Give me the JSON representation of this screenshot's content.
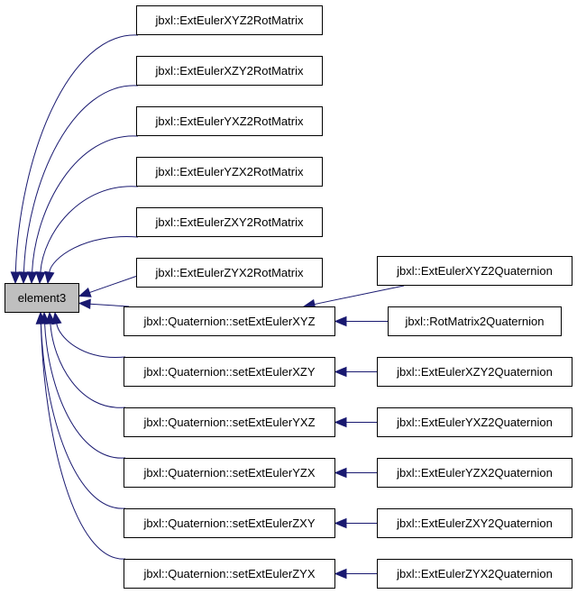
{
  "diagram": {
    "type": "doxygen-caller-graph",
    "edge_color": "#191970",
    "root": {
      "id": "element3",
      "label": "element3",
      "fill": "#bfbfbf"
    },
    "nodes": [
      {
        "id": "n1",
        "label": "jbxl::ExtEulerXYZ2RotMatrix",
        "col": 1
      },
      {
        "id": "n2",
        "label": "jbxl::ExtEulerXZY2RotMatrix",
        "col": 1
      },
      {
        "id": "n3",
        "label": "jbxl::ExtEulerYXZ2RotMatrix",
        "col": 1
      },
      {
        "id": "n4",
        "label": "jbxl::ExtEulerYZX2RotMatrix",
        "col": 1
      },
      {
        "id": "n5",
        "label": "jbxl::ExtEulerZXY2RotMatrix",
        "col": 1
      },
      {
        "id": "n6",
        "label": "jbxl::ExtEulerZYX2RotMatrix",
        "col": 1
      },
      {
        "id": "q1",
        "label": "jbxl::Quaternion::setExtEulerXYZ",
        "col": 1
      },
      {
        "id": "q2",
        "label": "jbxl::Quaternion::setExtEulerXZY",
        "col": 1
      },
      {
        "id": "q3",
        "label": "jbxl::Quaternion::setExtEulerYXZ",
        "col": 1
      },
      {
        "id": "q4",
        "label": "jbxl::Quaternion::setExtEulerYZX",
        "col": 1
      },
      {
        "id": "q5",
        "label": "jbxl::Quaternion::setExtEulerZXY",
        "col": 1
      },
      {
        "id": "q6",
        "label": "jbxl::Quaternion::setExtEulerZYX",
        "col": 1
      },
      {
        "id": "r0",
        "label": "jbxl::ExtEulerXYZ2Quaternion",
        "col": 2
      },
      {
        "id": "r1",
        "label": "jbxl::RotMatrix2Quaternion",
        "col": 2
      },
      {
        "id": "r2",
        "label": "jbxl::ExtEulerXZY2Quaternion",
        "col": 2
      },
      {
        "id": "r3",
        "label": "jbxl::ExtEulerYXZ2Quaternion",
        "col": 2
      },
      {
        "id": "r4",
        "label": "jbxl::ExtEulerYZX2Quaternion",
        "col": 2
      },
      {
        "id": "r5",
        "label": "jbxl::ExtEulerZXY2Quaternion",
        "col": 2
      },
      {
        "id": "r6",
        "label": "jbxl::ExtEulerZYX2Quaternion",
        "col": 2
      }
    ],
    "edges": [
      {
        "from": "n1",
        "to": "element3"
      },
      {
        "from": "n2",
        "to": "element3"
      },
      {
        "from": "n3",
        "to": "element3"
      },
      {
        "from": "n4",
        "to": "element3"
      },
      {
        "from": "n5",
        "to": "element3"
      },
      {
        "from": "n6",
        "to": "element3"
      },
      {
        "from": "q1",
        "to": "element3"
      },
      {
        "from": "q2",
        "to": "element3"
      },
      {
        "from": "q3",
        "to": "element3"
      },
      {
        "from": "q4",
        "to": "element3"
      },
      {
        "from": "q5",
        "to": "element3"
      },
      {
        "from": "q6",
        "to": "element3"
      },
      {
        "from": "r0",
        "to": "q1"
      },
      {
        "from": "r1",
        "to": "q1"
      },
      {
        "from": "r2",
        "to": "q2"
      },
      {
        "from": "r3",
        "to": "q3"
      },
      {
        "from": "r4",
        "to": "q4"
      },
      {
        "from": "r5",
        "to": "q5"
      },
      {
        "from": "r6",
        "to": "q6"
      }
    ]
  }
}
